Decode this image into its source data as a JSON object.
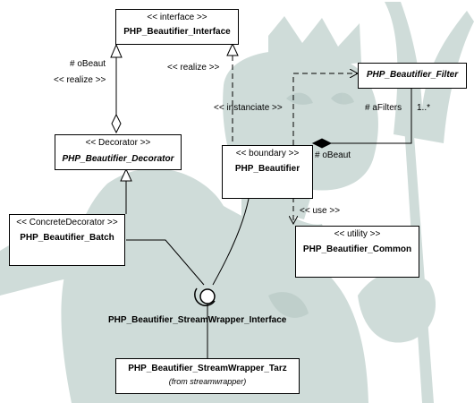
{
  "classes": {
    "interface": {
      "stereotype": "<< interface >>",
      "name": "PHP_Beautifier_Interface"
    },
    "filter": {
      "name": "PHP_Beautifier_Filter"
    },
    "decorator": {
      "stereotype": "<< Decorator >>",
      "name": "PHP_Beautifier_Decorator"
    },
    "boundary": {
      "stereotype": "<< boundary >>",
      "name": "PHP_Beautifier"
    },
    "batch": {
      "stereotype": "<< ConcreteDecorator >>",
      "name": "PHP_Beautifier_Batch"
    },
    "common": {
      "stereotype": "<< utility >>",
      "name": "PHP_Beautifier_Common"
    },
    "tarz": {
      "name": "PHP_Beautifier_StreamWrapper_Tarz",
      "note": "(from streamwrapper)"
    }
  },
  "interface_lollipop": {
    "name": "PHP_Beautifier_StreamWrapper_Interface"
  },
  "labels": {
    "obeaut_left": "# oBeaut",
    "realize_left": "<< realize >>",
    "realize_mid": "<< realize >>",
    "instanciate": "<< instanciate >>",
    "afilters": "# aFilters",
    "multiplicity": "1..*",
    "obeaut_right": "# oBeaut",
    "use": "<< use >>"
  },
  "colors": {
    "watermark": "#cfdcd9",
    "watermark_dark": "#b4c6c2",
    "line": "#000000"
  },
  "watermark_icon": "php-mascot-logo"
}
